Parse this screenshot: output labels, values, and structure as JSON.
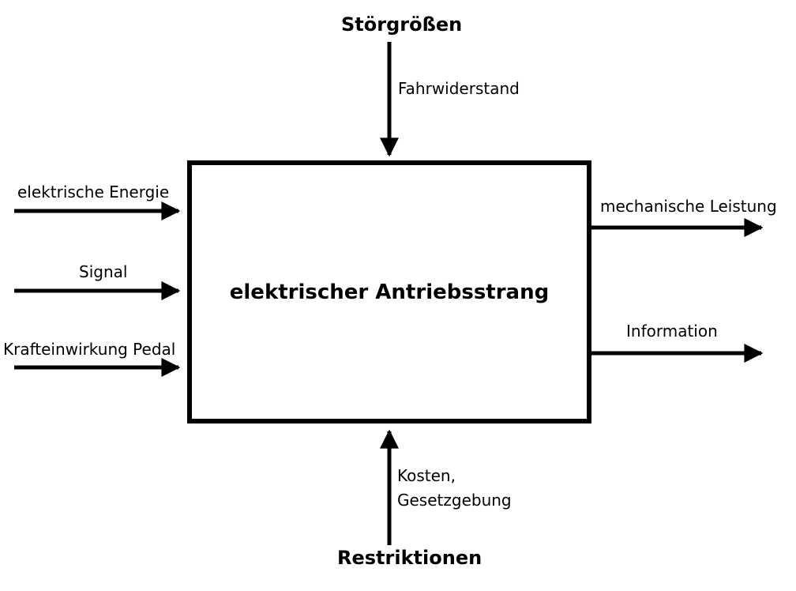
{
  "diagram": {
    "block_label": "elektrischer Antriebsstrang",
    "disturbance": {
      "title": "Störgrößen",
      "arrow_label": "Fahrwiderstand"
    },
    "restriction": {
      "title": "Restriktionen",
      "arrow_label_line1": "Kosten,",
      "arrow_label_line2": "Gesetzgebung"
    },
    "inputs": [
      {
        "label": "elektrische Energie"
      },
      {
        "label": "Signal"
      },
      {
        "label": "Krafteinwirkung Pedal"
      }
    ],
    "outputs": [
      {
        "label": "mechanische Leistung"
      },
      {
        "label": "Information"
      }
    ],
    "colors": {
      "line": "#000000",
      "background": "#ffffff"
    }
  }
}
